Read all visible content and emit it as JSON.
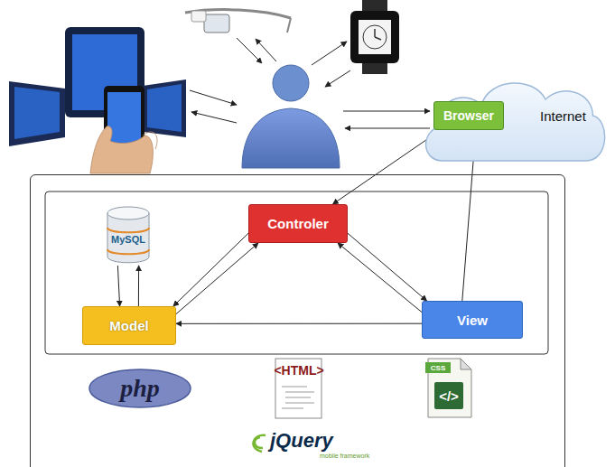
{
  "diagram": {
    "nodes": [
      {
        "text": [
          "Internet"
        ]
      },
      {
        "text": [
          "Browser"
        ],
        "in": 0
      },
      {
        "text": [
          "jQuery",
          "mobile framework"
        ]
      },
      {
        "text": [
          "MySQL"
        ],
        "in": 2
      },
      {
        "text": [
          "Controler"
        ],
        "in": 2
      },
      {
        "text": [
          "Model"
        ],
        "in": 2
      },
      {
        "text": [
          "View"
        ],
        "in": 2
      }
    ],
    "edges": [
      {
        "from": 1,
        "to": 4,
        "arrow": "to"
      },
      {
        "from": 6,
        "to": 1,
        "arrow": "to"
      },
      {
        "from": 4,
        "to": 5,
        "arrow": "to"
      },
      {
        "from": 5,
        "to": 4,
        "arrow": "to"
      },
      {
        "from": 4,
        "to": 6,
        "arrow": "to"
      },
      {
        "from": 6,
        "to": 4,
        "arrow": "to"
      },
      {
        "from": 6,
        "to": 5,
        "arrow": "to"
      },
      {
        "from": 3,
        "to": 5,
        "arrow": "to"
      },
      {
        "from": 5,
        "to": 3,
        "arrow": "to"
      }
    ],
    "labels": [
      "php",
      "<HTML>",
      "CSS",
      "</>"
    ]
  }
}
